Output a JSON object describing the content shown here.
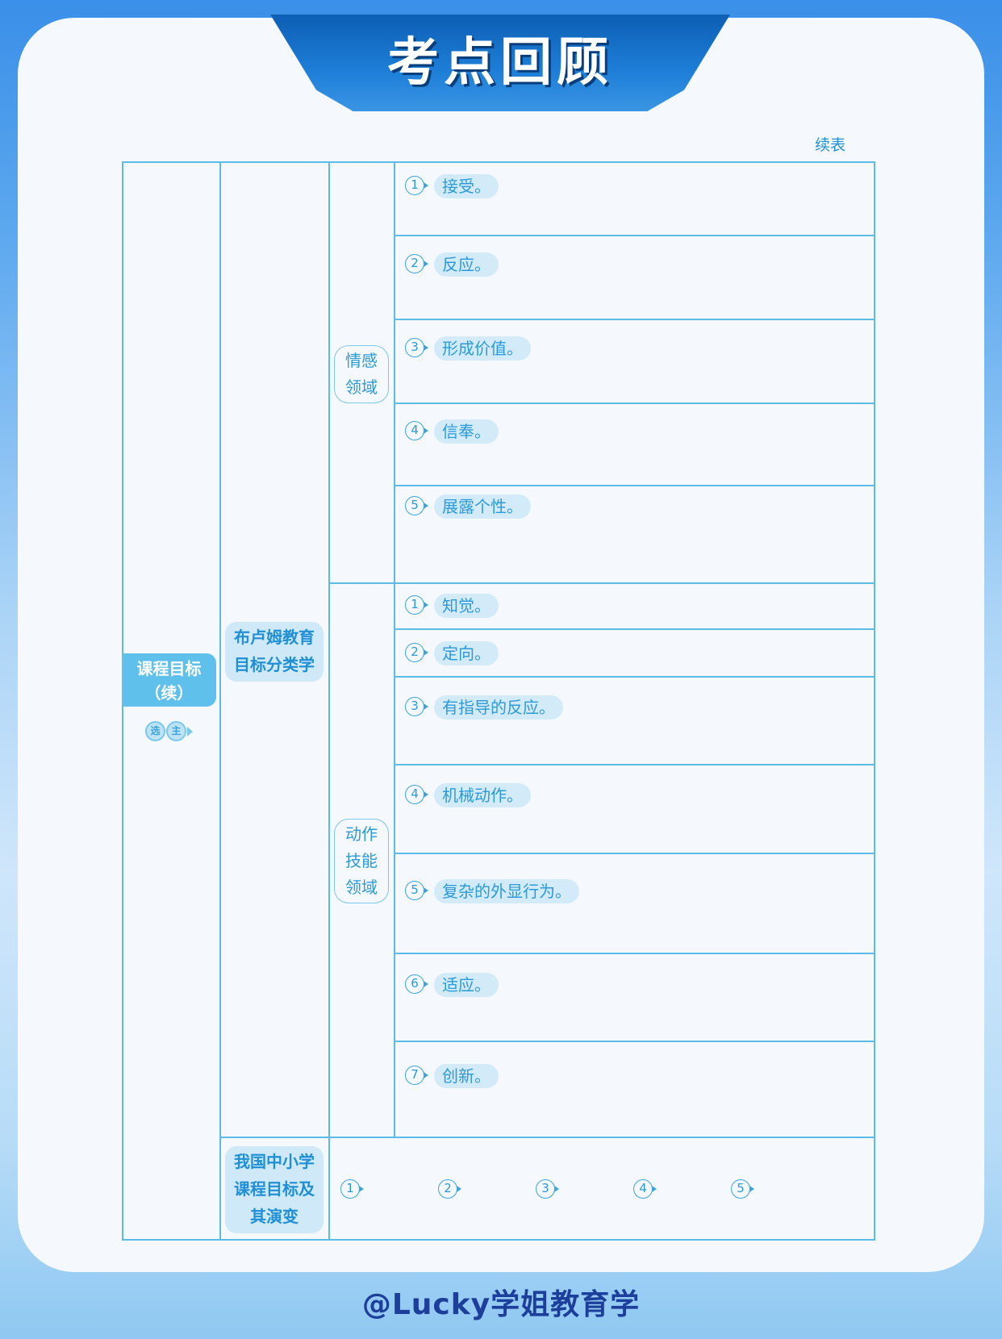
{
  "header": {
    "title": "考点回顾",
    "continued": "续表"
  },
  "main_topic": {
    "line1": "课程目标",
    "line2": "（续）",
    "badges": [
      "选",
      "主"
    ]
  },
  "sections": {
    "bloom": {
      "title_line1": "布卢姆教育",
      "title_line2": "目标分类学"
    },
    "china": {
      "title_line1": "我国中小学",
      "title_line2": "课程目标及",
      "title_line3": "其演变"
    }
  },
  "domains": {
    "affective": {
      "line1": "情感",
      "line2": "领域"
    },
    "psychomotor": {
      "line1": "动作",
      "line2": "技能",
      "line3": "领域"
    }
  },
  "affective_items": [
    {
      "num": "1",
      "text": "接受。"
    },
    {
      "num": "2",
      "text": "反应。"
    },
    {
      "num": "3",
      "text": "形成价值。"
    },
    {
      "num": "4",
      "text": "信奉。"
    },
    {
      "num": "5",
      "text": "展露个性。"
    }
  ],
  "psychomotor_items": [
    {
      "num": "1",
      "text": "知觉。"
    },
    {
      "num": "2",
      "text": "定向。"
    },
    {
      "num": "3",
      "text": "有指导的反应。"
    },
    {
      "num": "4",
      "text": "机械动作。"
    },
    {
      "num": "5",
      "text": "复杂的外显行为。"
    },
    {
      "num": "6",
      "text": "适应。"
    },
    {
      "num": "7",
      "text": "创新。"
    }
  ],
  "china_items": [
    "1",
    "2",
    "3",
    "4",
    "5"
  ],
  "footer": {
    "text": "@Lucky学姐教育学"
  },
  "colors": {
    "accent": "#5cbce8",
    "text": "#2a9ad8",
    "banner": "#1e7fd8"
  }
}
